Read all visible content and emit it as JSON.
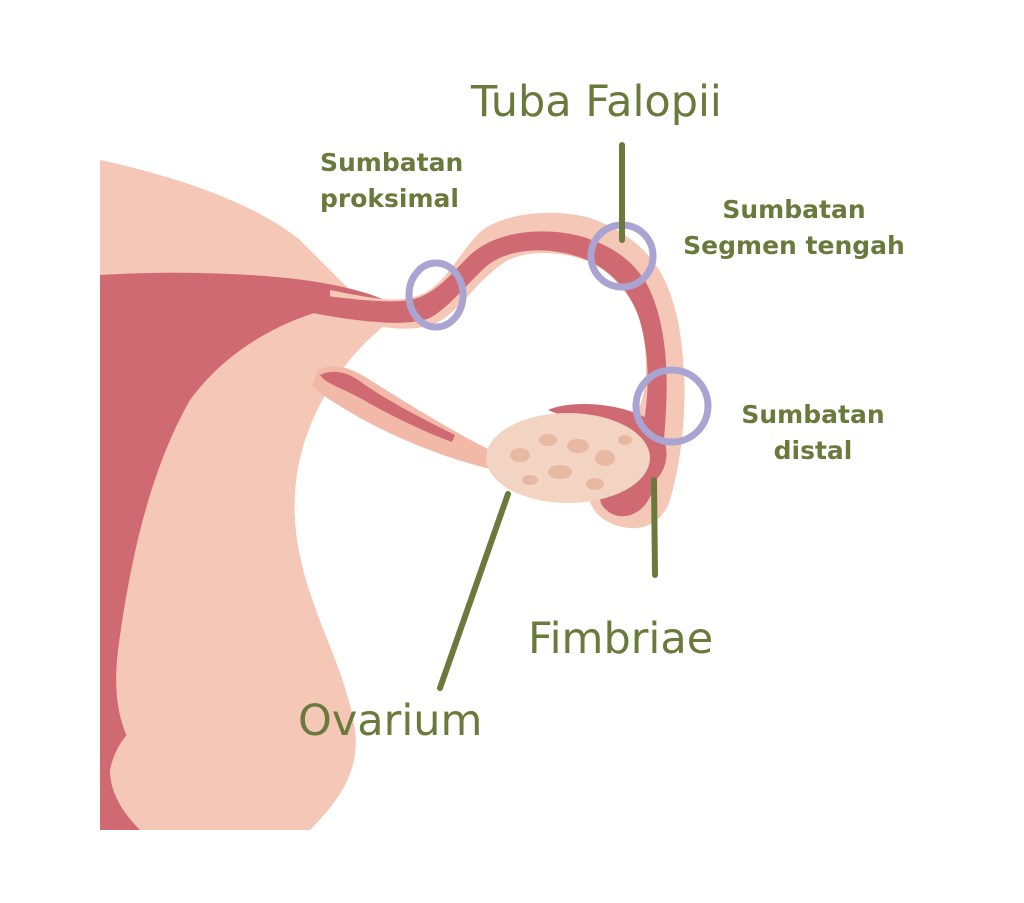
{
  "colors": {
    "label_text": "#6a7a3c",
    "leader_line": "#6a7a3c",
    "blockage_ring": "#a9a4d2",
    "tissue_dark": "#d06a72",
    "tissue_light": "#f4c7b7",
    "ovary": "#f3d3c1"
  },
  "labels": {
    "tube": "Tuba Falopii",
    "ovary": "Ovarium",
    "fimbriae": "Fimbriae",
    "proximal": {
      "line1": "Sumbatan",
      "line2": "proksimal"
    },
    "midsegment": {
      "line1": "Sumbatan",
      "line2": "Segmen tengah"
    },
    "distal": {
      "line1": "Sumbatan",
      "line2": "distal"
    }
  }
}
